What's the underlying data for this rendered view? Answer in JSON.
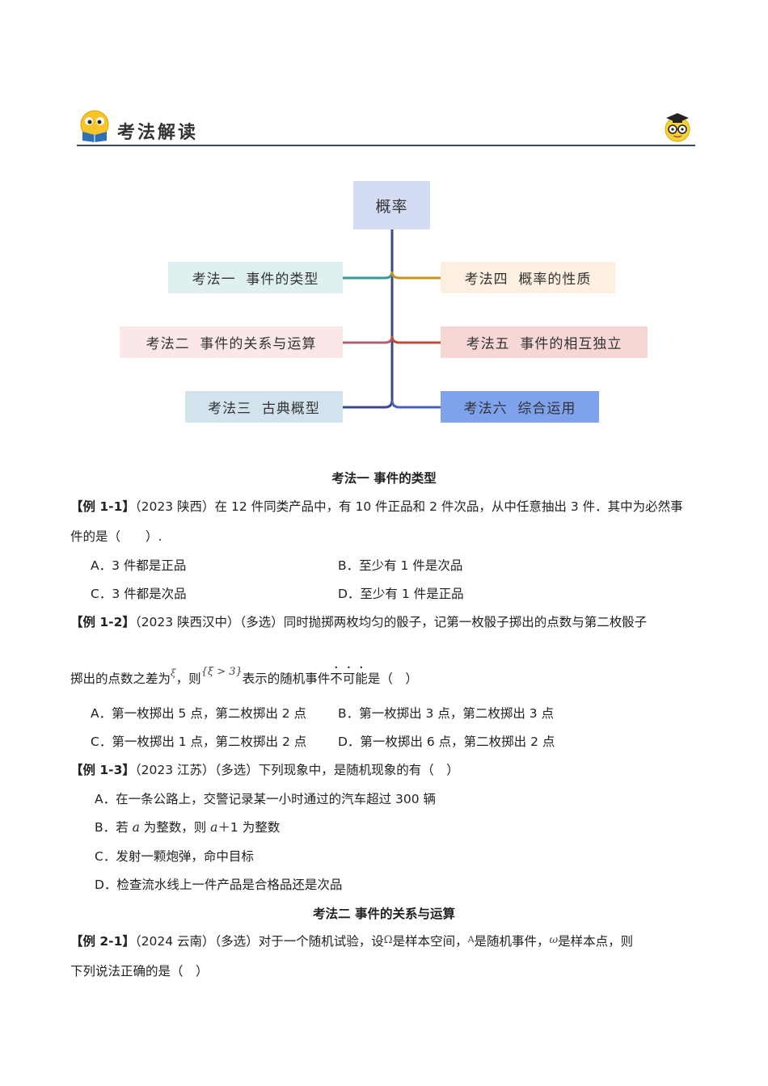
{
  "header": {
    "title": "考法解读",
    "left_icon": "reading-emoji-icon",
    "right_icon": "graduate-emoji-icon"
  },
  "mindmap": {
    "root": "概率",
    "left": [
      "考法一  事件的类型",
      "考法二  事件的关系与运算",
      "考法三  古典概型"
    ],
    "right": [
      "考法四  概率的性质",
      "考法五  事件的相互独立",
      "考法六  综合运用"
    ]
  },
  "section1": {
    "heading": "考法一  事件的类型",
    "ex1_1": {
      "tag": "【例 1-1】",
      "line1": "（2023 陕西）在 12 件同类产品中，有 10 件正品和 2 件次品，从中任意抽出 3 件．其中为必然事",
      "line2": "件的是（　　）.",
      "optA": "A．3 件都是正品",
      "optB": "B．至少有 1 件是次品",
      "optC": "C．3 件都是次品",
      "optD": "D．至少有 1 件是正品"
    },
    "ex1_2": {
      "tag": "【例 1-2】",
      "line1": "（2023 陕西汉中）（多选）同时抛掷两枚均匀的骰子，记第一枚骰子掷出的点数与第二枚骰子",
      "line2a": "掷出的点数之差为",
      "xi": "ξ",
      "line2b": "，则",
      "cond": "{ξ > 3}",
      "line2c": "表示的随机事件",
      "emph": "不可能",
      "line2d": "是（　）",
      "optA": "A．第一枚掷出 5 点，第二枚掷出 2 点",
      "optB": "B．第一枚掷出 3 点，第二枚掷出 3 点",
      "optC": "C．第一枚掷出 1 点，第二枚掷出 2 点",
      "optD": "D．第一枚掷出 6 点，第二枚掷出 2 点"
    },
    "ex1_3": {
      "tag": "【例 1-3】",
      "line1": "（2023 江苏）（多选）下列现象中，是随机现象的有（　）",
      "optA": "A．在一条公路上，交警记录某一小时通过的汽车超过 300 辆",
      "optB_pre": "B．若 ",
      "a1": "a",
      "optB_mid": " 为整数，则 ",
      "a2": "a",
      "optB_post": "＋1 为整数",
      "optC": "C．发射一颗炮弹，命中目标",
      "optD": "D．检查流水线上一件产品是合格品还是次品"
    }
  },
  "section2": {
    "heading": "考法二  事件的关系与运算",
    "ex2_1": {
      "tag": "【例 2-1】",
      "l1a": "（2024 云南）（多选）对于一个随机试验，设",
      "omega": "Ω",
      "l1b": "是样本空间，",
      "A": "A",
      "l1c": "是随机事件，",
      "w": "ω",
      "l1d": "是样本点，则",
      "line2": "下列说法正确的是（　）"
    }
  },
  "colors": {
    "rule": "#3c4a6e",
    "trunk": "#3a4a8a",
    "branch1": "#3a9a9a",
    "branch2": "#b06070",
    "branch3": "#3a9a9a",
    "branch4": "#c8901e",
    "branch5": "#c04a3a",
    "branch6": "#4a5fbf"
  }
}
